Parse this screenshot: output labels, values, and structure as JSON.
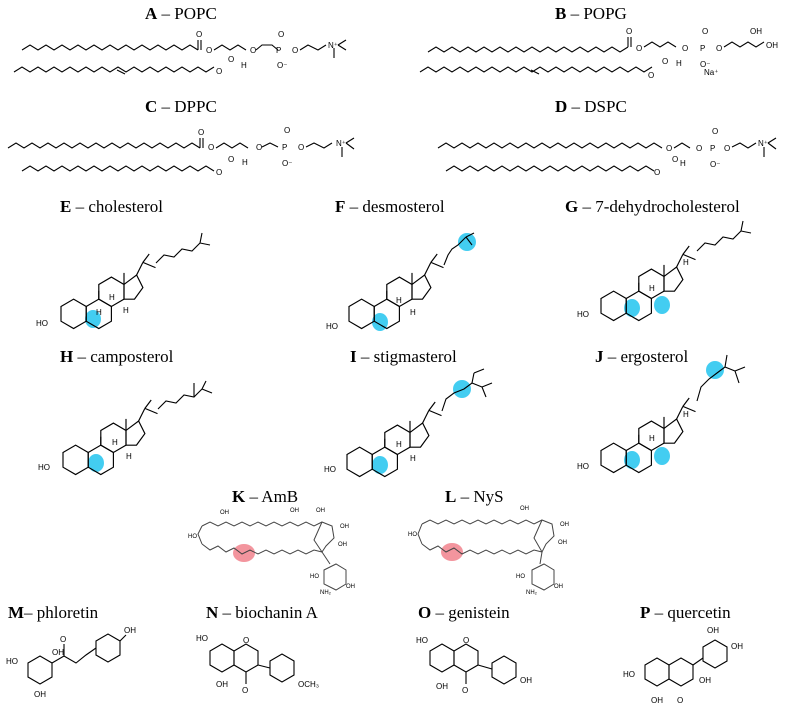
{
  "colors": {
    "highlight_sterol": "#22c4ee",
    "highlight_polyene": "#f07a86"
  },
  "panels": [
    {
      "letter": "A",
      "sep": " – ",
      "name": "POPC"
    },
    {
      "letter": "B",
      "sep": " – ",
      "name": "POPG"
    },
    {
      "letter": "C",
      "sep": " – ",
      "name": "DPPC"
    },
    {
      "letter": "D",
      "sep": " – ",
      "name": "DSPC"
    },
    {
      "letter": "E",
      "sep": " – ",
      "name": "cholesterol"
    },
    {
      "letter": "F",
      "sep": " – ",
      "name": "desmosterol"
    },
    {
      "letter": "G",
      "sep": " – ",
      "name": "7-dehydrocholesterol"
    },
    {
      "letter": "H",
      "sep": " – ",
      "name": "camposterol"
    },
    {
      "letter": "I",
      "sep": " – ",
      "name": "stigmasterol"
    },
    {
      "letter": "J",
      "sep": " – ",
      "name": "ergosterol"
    },
    {
      "letter": "K",
      "sep": " – ",
      "name": "AmB"
    },
    {
      "letter": "L",
      "sep": " – ",
      "name": "NyS"
    },
    {
      "letter": "M",
      "sep": "– ",
      "name": "phloretin"
    },
    {
      "letter": "N",
      "sep": " – ",
      "name": "biochanin A"
    },
    {
      "letter": "O",
      "sep": " – ",
      "name": "genistein"
    },
    {
      "letter": "P",
      "sep": " – ",
      "name": "quercetin"
    }
  ],
  "atoms": {
    "O": "O",
    "P": "P",
    "N": "N",
    "H": "H",
    "HO": "HO",
    "OH": "OH",
    "Ominus": "O⁻",
    "Nplus": "N⁺",
    "Na": "Na⁺",
    "OCH3": "OCH₃",
    "NH2": "NH₂"
  }
}
